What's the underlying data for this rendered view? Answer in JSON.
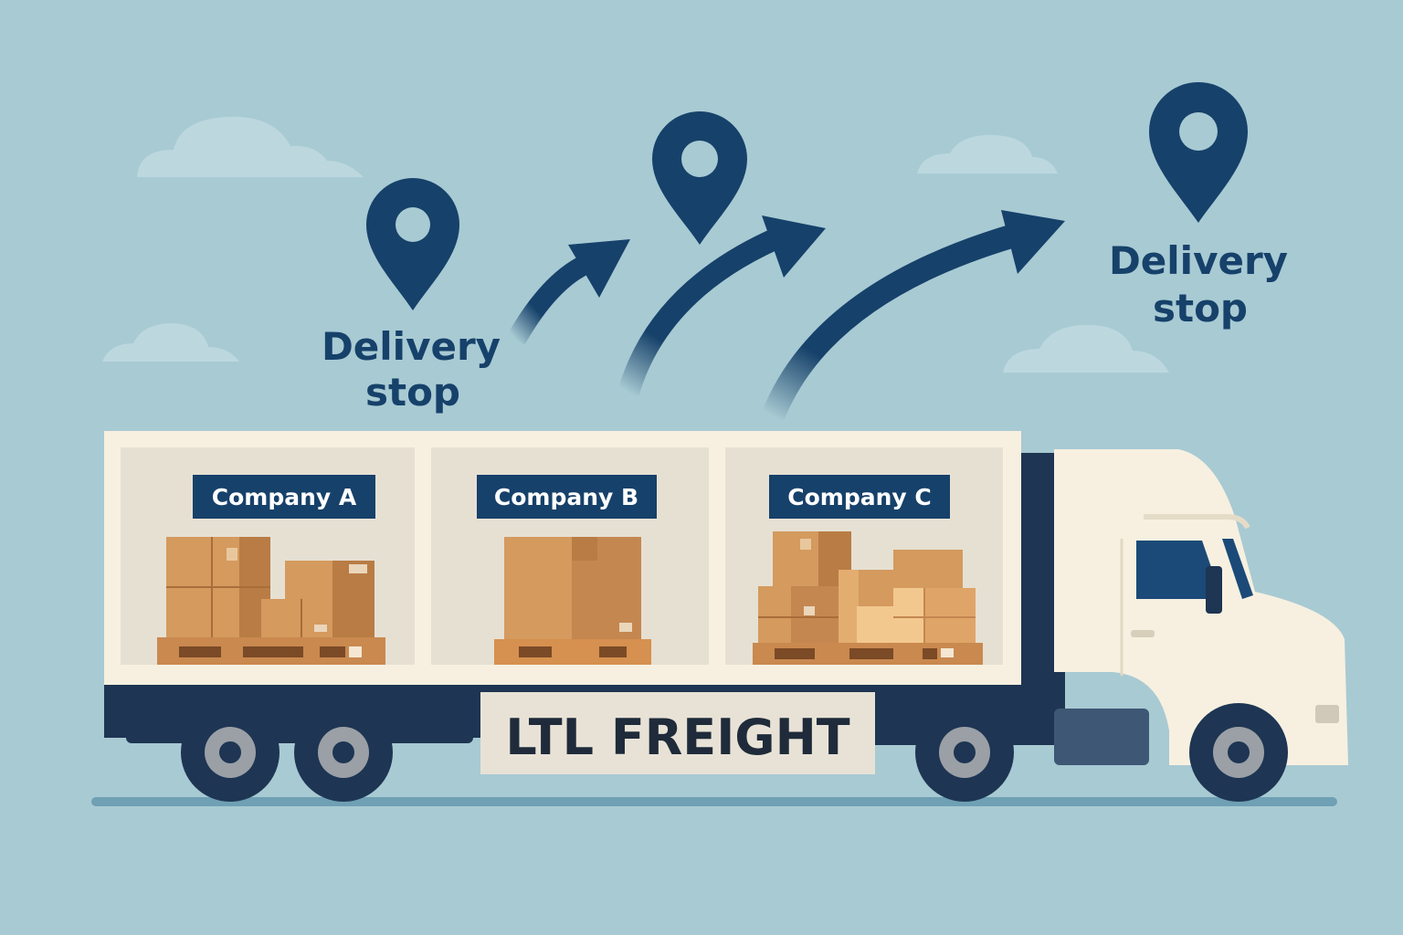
{
  "colors": {
    "sky": "#a8cad3",
    "navy": "#16416a",
    "dark_navy": "#1e3553",
    "cream": "#f7f0e0",
    "cardboard": "#d49a5e",
    "pallet": "#c9894f"
  },
  "icons": [
    "location-pin-icon",
    "curved-arrow-icon",
    "cloud-icon"
  ],
  "delivery_labels": [
    {
      "line1": "Delivery",
      "line2": "stop"
    },
    {
      "line1": "Delivery",
      "line2": "stop"
    }
  ],
  "compartments": [
    {
      "company": "Company A"
    },
    {
      "company": "Company B"
    },
    {
      "company": "Company C"
    }
  ],
  "trailer_sign": "LTL FREIGHT"
}
